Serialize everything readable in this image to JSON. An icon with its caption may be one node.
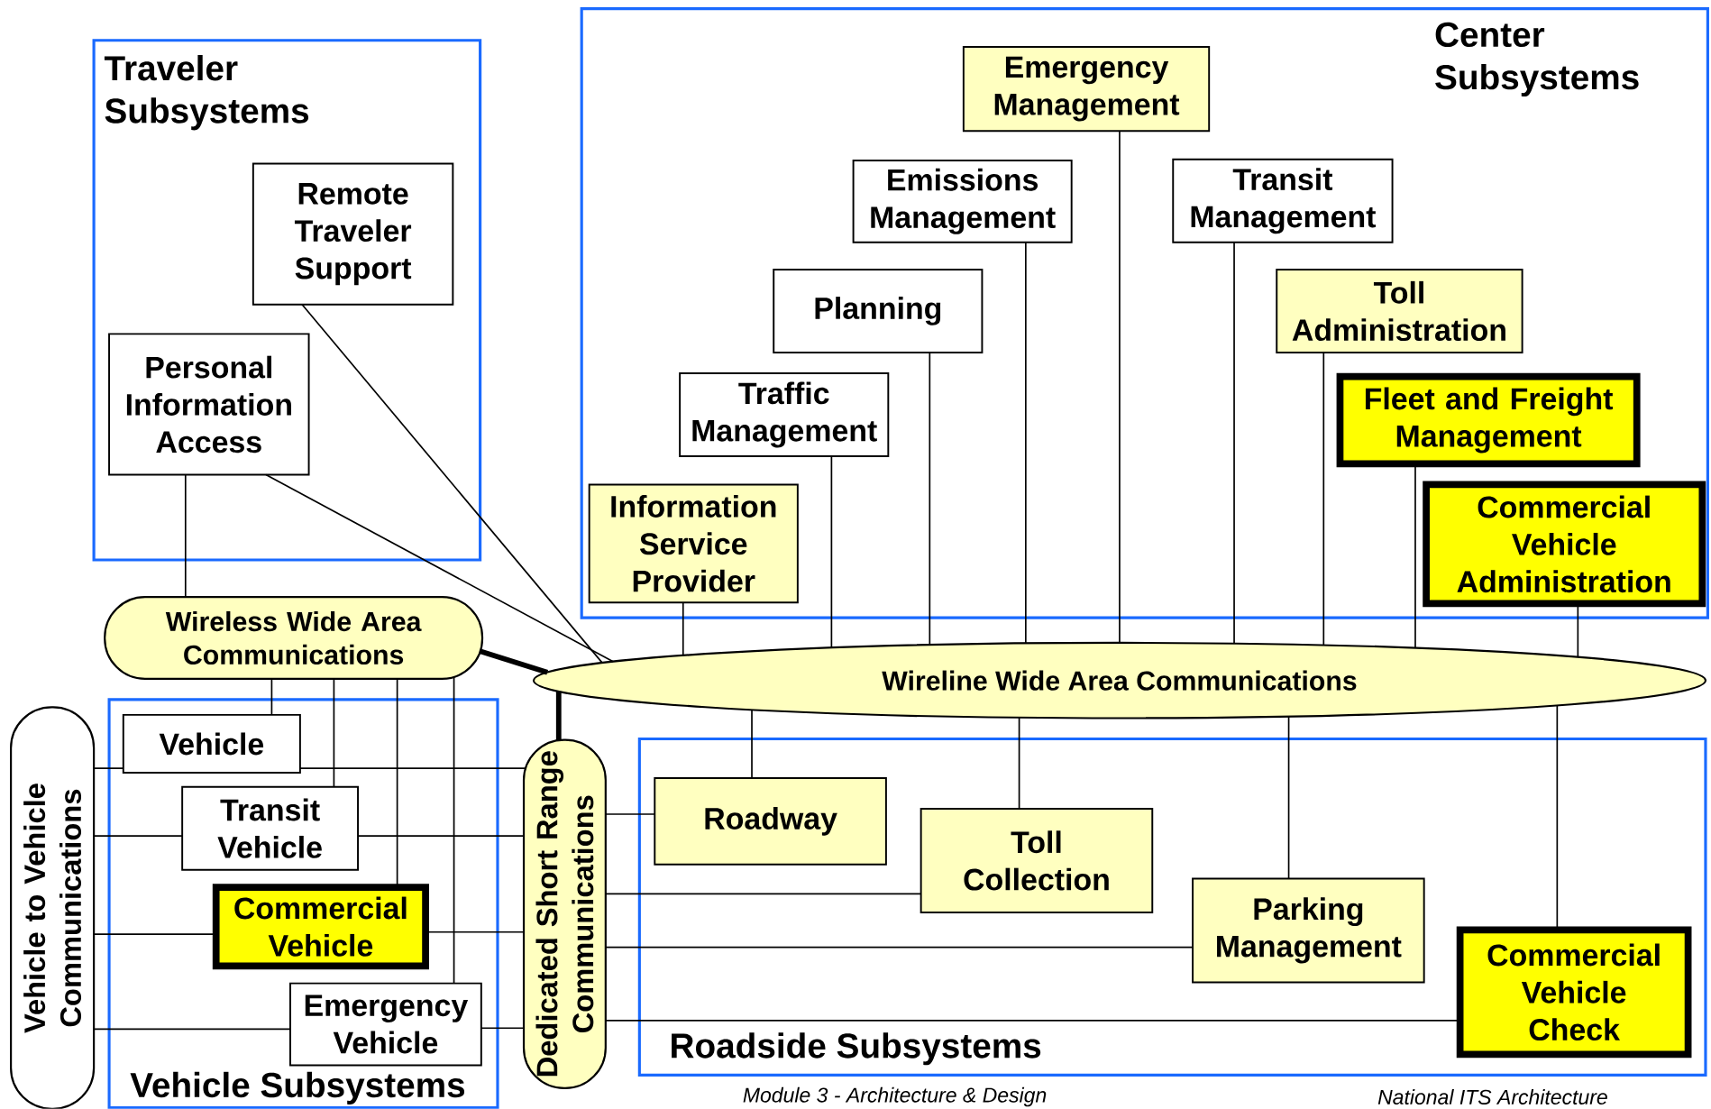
{
  "diagram": {
    "nodes": [
      {
        "text": [
          "Traveler Subsystems"
        ]
      },
      {
        "text": [
          "Remote Traveler Support"
        ],
        "in": 0
      },
      {
        "text": [
          "Personal Information Access"
        ],
        "in": 0
      },
      {
        "text": [
          "Center Subsystems"
        ]
      },
      {
        "text": [
          "Emergency Management"
        ],
        "in": 3
      },
      {
        "text": [
          "Emissions Management"
        ],
        "in": 3
      },
      {
        "text": [
          "Transit Management"
        ],
        "in": 3
      },
      {
        "text": [
          "Planning"
        ],
        "in": 3
      },
      {
        "text": [
          "Toll Administration"
        ],
        "in": 3
      },
      {
        "text": [
          "Traffic Management"
        ],
        "in": 3
      },
      {
        "text": [
          "Fleet and Freight Management"
        ],
        "in": 3
      },
      {
        "text": [
          "Information Service Provider"
        ],
        "in": 3
      },
      {
        "text": [
          "Commercial Vehicle Administration"
        ],
        "in": 3
      },
      {
        "text": [
          "Wireless Wide Area Communications"
        ]
      },
      {
        "text": [
          "Wireline Wide Area Communications"
        ]
      },
      {
        "text": [
          "Vehicle to Vehicle Communications"
        ]
      },
      {
        "text": [
          "Vehicle Subsystems"
        ]
      },
      {
        "text": [
          "Vehicle"
        ],
        "in": 16
      },
      {
        "text": [
          "Transit Vehicle"
        ],
        "in": 16
      },
      {
        "text": [
          "Commercial Vehicle"
        ],
        "in": 16
      },
      {
        "text": [
          "Emergency Vehicle"
        ],
        "in": 16
      },
      {
        "text": [
          "Dedicated Short Range Communications"
        ]
      },
      {
        "text": [
          "Roadside Subsystems"
        ]
      },
      {
        "text": [
          "Roadway"
        ],
        "in": 22
      },
      {
        "text": [
          "Toll Collection"
        ],
        "in": 22
      },
      {
        "text": [
          "Parking Management"
        ],
        "in": 22
      },
      {
        "text": [
          "Commercial Vehicle Check"
        ],
        "in": 22
      }
    ],
    "edges": [
      {
        "from": 2,
        "to": 13,
        "arrow": "none"
      },
      {
        "from": 2,
        "to": 14,
        "arrow": "none"
      },
      {
        "from": 1,
        "to": 14,
        "arrow": "none"
      },
      {
        "from": 13,
        "to": 14,
        "arrow": "none",
        "style": "thick"
      },
      {
        "from": 21,
        "to": 14,
        "arrow": "none",
        "style": "thick"
      },
      {
        "from": 11,
        "to": 14,
        "arrow": "none"
      },
      {
        "from": 9,
        "to": 14,
        "arrow": "none"
      },
      {
        "from": 7,
        "to": 14,
        "arrow": "none"
      },
      {
        "from": 5,
        "to": 14,
        "arrow": "none"
      },
      {
        "from": 4,
        "to": 14,
        "arrow": "none"
      },
      {
        "from": 6,
        "to": 14,
        "arrow": "none"
      },
      {
        "from": 8,
        "to": 14,
        "arrow": "none"
      },
      {
        "from": 10,
        "to": 14,
        "arrow": "none"
      },
      {
        "from": 12,
        "to": 14,
        "arrow": "none"
      },
      {
        "from": 14,
        "to": 23,
        "arrow": "none"
      },
      {
        "from": 14,
        "to": 24,
        "arrow": "none"
      },
      {
        "from": 14,
        "to": 25,
        "arrow": "none"
      },
      {
        "from": 14,
        "to": 26,
        "arrow": "none"
      },
      {
        "from": 13,
        "to": 17,
        "arrow": "none"
      },
      {
        "from": 13,
        "to": 18,
        "arrow": "none"
      },
      {
        "from": 13,
        "to": 19,
        "arrow": "none"
      },
      {
        "from": 13,
        "to": 20,
        "arrow": "none"
      },
      {
        "from": 15,
        "to": 17,
        "arrow": "none"
      },
      {
        "from": 17,
        "to": 21,
        "arrow": "none"
      },
      {
        "from": 15,
        "to": 18,
        "arrow": "none"
      },
      {
        "from": 18,
        "to": 21,
        "arrow": "none"
      },
      {
        "from": 15,
        "to": 19,
        "arrow": "none"
      },
      {
        "from": 19,
        "to": 21,
        "arrow": "none"
      },
      {
        "from": 15,
        "to": 20,
        "arrow": "none"
      },
      {
        "from": 20,
        "to": 21,
        "arrow": "none"
      },
      {
        "from": 21,
        "to": 23,
        "arrow": "none"
      },
      {
        "from": 21,
        "to": 24,
        "arrow": "none"
      },
      {
        "from": 21,
        "to": 25,
        "arrow": "none"
      },
      {
        "from": 21,
        "to": 26,
        "arrow": "none"
      }
    ],
    "labels": [
      "Module 3 - Architecture & Design",
      "National ITS Architecture"
    ]
  }
}
